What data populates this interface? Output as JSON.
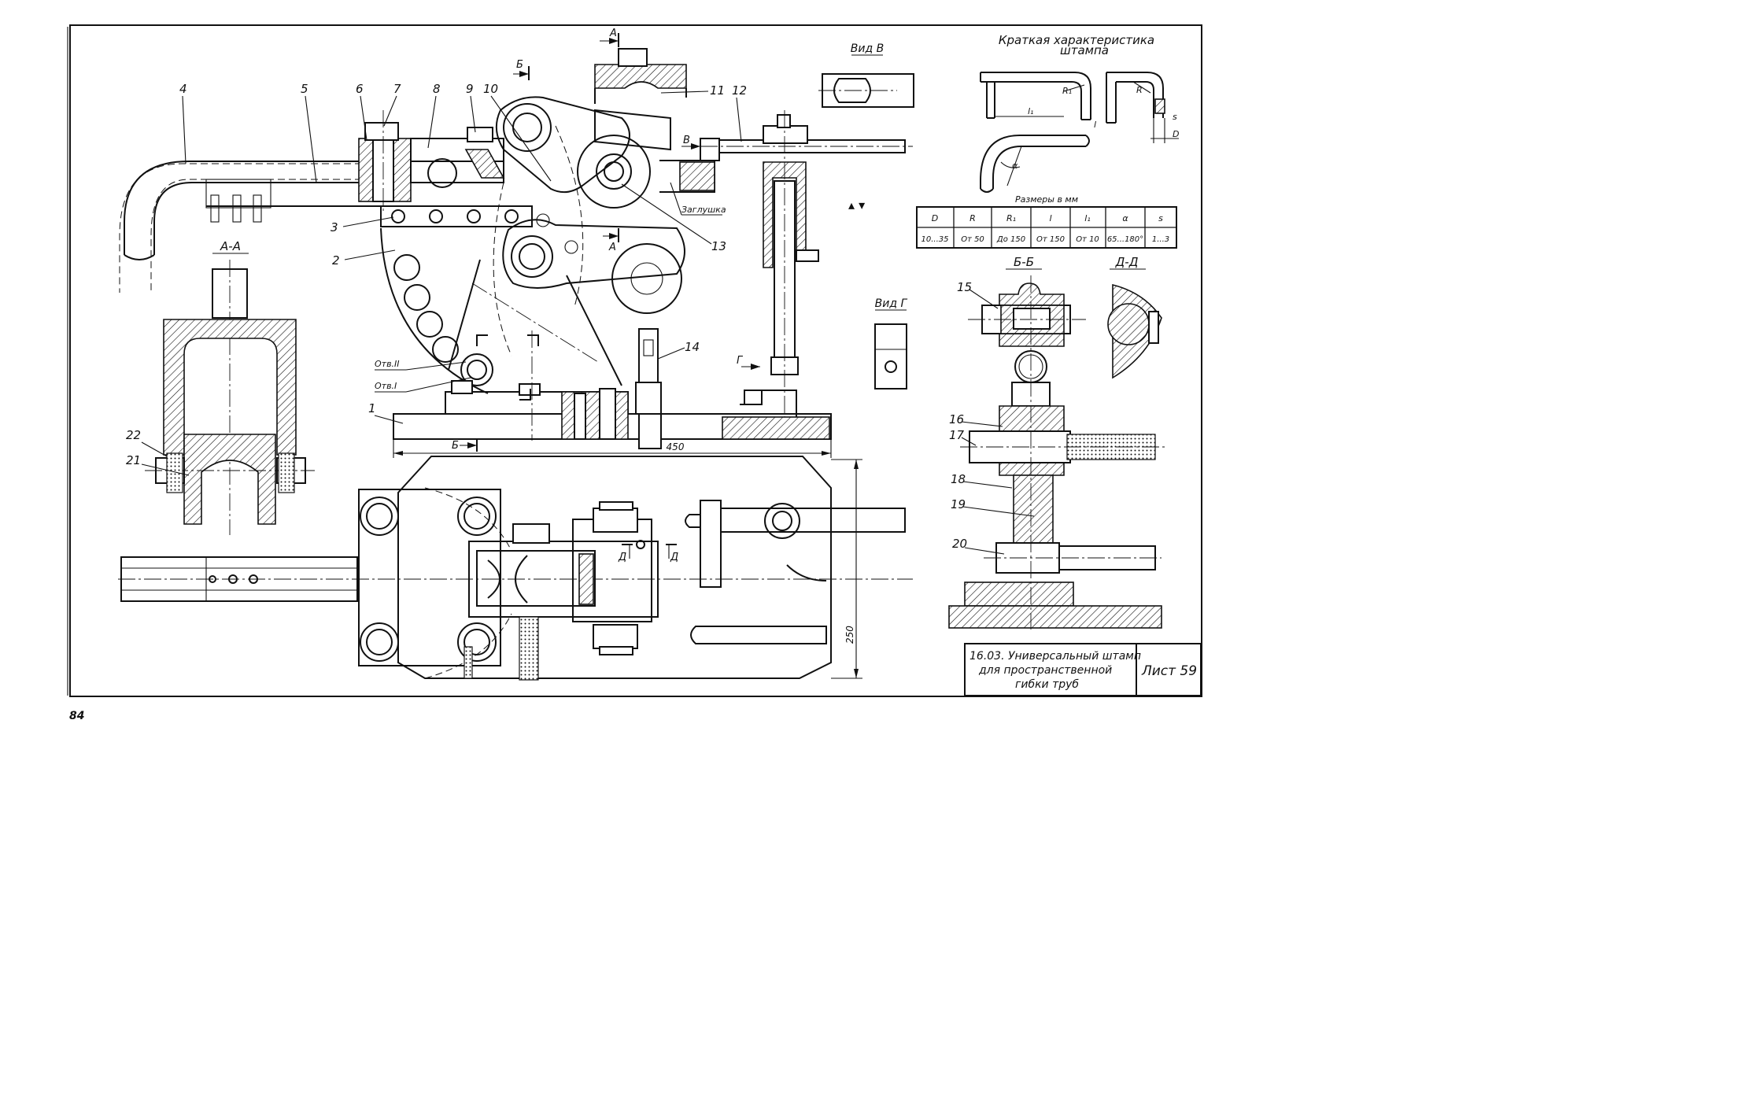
{
  "sheet": {
    "page_number": "84",
    "title_block": {
      "title_lines": [
        "16.03. Универсальный штамп",
        "для  пространственной",
        "гибки  труб"
      ],
      "sheet_label": "Лист 59"
    }
  },
  "characteristics": {
    "heading_lines": [
      "Краткая   характеристика",
      "штампа"
    ],
    "sizes_caption": "Размеры в мм",
    "table": {
      "headers": [
        "D",
        "R",
        "R₁",
        "l",
        "l₁",
        "α",
        "s"
      ],
      "values": [
        "10...35",
        "От 50",
        "До 150",
        "От 150",
        "От 10",
        "65...180°",
        "1...3"
      ]
    },
    "sketch_labels": [
      "R₁",
      "l₁",
      "l",
      "R",
      "s",
      "D",
      "α"
    ]
  },
  "views": {
    "section_aa": "А-А",
    "section_bb": "Б-Б",
    "section_dd": "Д-Д",
    "view_v": "Вид В",
    "view_g": "Вид Г"
  },
  "callouts": [
    "1",
    "2",
    "3",
    "4",
    "5",
    "6",
    "7",
    "8",
    "9",
    "10",
    "11",
    "12",
    "13",
    "14",
    "15",
    "16",
    "17",
    "18",
    "19",
    "20",
    "21",
    "22"
  ],
  "annotations": {
    "plug": "Заглушка",
    "hole_1": "Отв.I",
    "hole_2": "Отв.II",
    "dim_length": "450",
    "dim_height": "250"
  },
  "cut_letters": {
    "a_top": "А",
    "a_mid": "А",
    "b_top": "Б",
    "b_bottom": "Б",
    "v": "В",
    "g": "Г",
    "d_left": "Д",
    "d_right": "Д"
  }
}
